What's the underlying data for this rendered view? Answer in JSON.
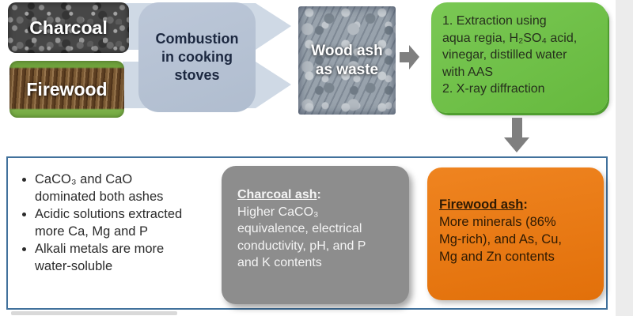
{
  "figure": {
    "description": "Graphical abstract: charcoal and firewood combustion ash analysis workflow"
  },
  "inputs": {
    "charcoal_label": "Charcoal",
    "firewood_label": "Firewood"
  },
  "process": {
    "combustion_label": "Combustion\nin cooking\nstoves",
    "wood_ash_label": "Wood ash\nas waste",
    "analysis_steps": "1. Extraction using\naqua regia, H₂SO₄ acid,\nvinegar, distilled water\nwith AAS\n2. X-ray diffraction"
  },
  "results": {
    "bullets": [
      "CaCO₃ and CaO\ndominated both ashes",
      "Acidic solutions extracted\nmore Ca, Mg and P",
      "Alkali metals are more\nwater-soluble"
    ],
    "charcoal_ash": {
      "title": "Charcoal ash",
      "colon": ":",
      "body": "Higher CaCO₃\nequivalence, electrical\nconductivity, pH, and P\nand K contents"
    },
    "firewood_ash": {
      "title": "Firewood ash",
      "colon": ":",
      "body": "More minerals (86%\nMg-rich), and As, Cu,\nMg and Zn contents"
    }
  },
  "colors": {
    "flow_arrow_fill": "#cfd9e5",
    "combustion_box_fill": "#b5c1d3",
    "combustion_text": "#1c2840",
    "analysis_box_fill": "#6cbf44",
    "small_arrow_fill": "#7f7f7f",
    "panel_border": "#41719c",
    "charcoal_ash_box_fill": "#8d8d8d",
    "firewood_ash_box_fill": "#e8770f"
  }
}
